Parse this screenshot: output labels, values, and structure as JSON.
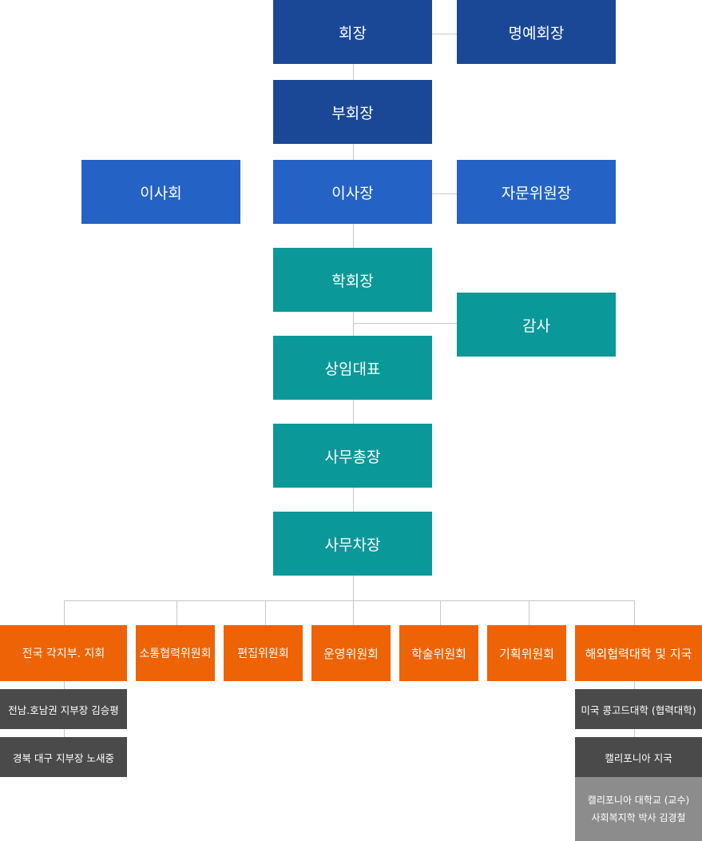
{
  "colors": {
    "dark_blue": "#1a4896",
    "blue": "#2462c5",
    "teal": "#0b9898",
    "orange": "#ed6306",
    "gray": "#4a4a4a",
    "light_gray": "#8c8c8c",
    "connector": "#c8c8c8"
  },
  "top": {
    "chairman": "회장",
    "honorary_chairman": "명예회장",
    "vice_chairman": "부회장"
  },
  "board": {
    "board_of_directors": "이사회",
    "director": "이사장",
    "advisory_chair": "자문위원장"
  },
  "academic": {
    "academic_chairman": "학회장",
    "auditor": "감사",
    "standing_rep": "상임대표",
    "secretary_general": "사무총장",
    "deputy_secretary": "사무차장"
  },
  "committees": [
    "전국 각지부. 지회",
    "소통협력위원회",
    "편집위원회",
    "운영위원회",
    "학술위원회",
    "기획위원회",
    "해외협력대학 및 지국"
  ],
  "branches": {
    "jeonnam": "전남.호남권 지부장 김승평",
    "gyeongbuk": "경북 대구 지부장 노새중"
  },
  "overseas": {
    "us_college": "미국 콩고드대학 (협력대학)",
    "california_branch": "캘리포니아 지국",
    "professor_line1": "캘리포니아 대학교 (교수)",
    "professor_line2": "사회복지학 박사 김경철"
  }
}
